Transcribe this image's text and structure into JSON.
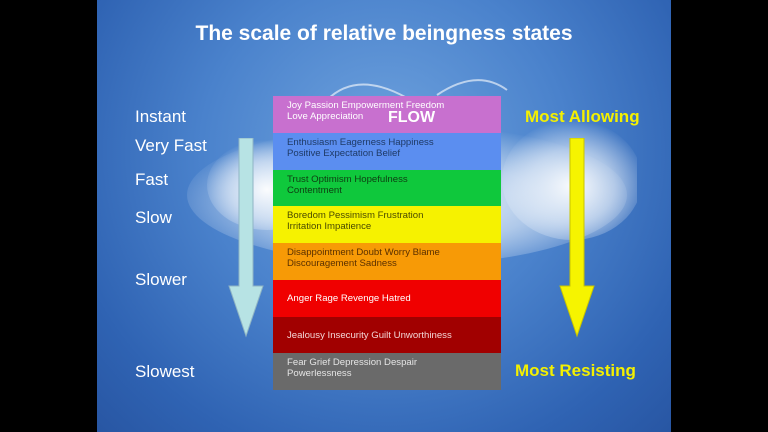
{
  "title": "The scale of relative beingness states",
  "speed_labels": [
    "Instant",
    "Very Fast",
    "Fast",
    "Slow",
    "Slower",
    "Slowest"
  ],
  "allowing": {
    "top": "Most Allowing",
    "bottom": "Most Resisting"
  },
  "flow_label": "FLOW",
  "bands": [
    {
      "lines": [
        "Joy  Passion   Empowerment  Freedom",
        "Love  Appreciation"
      ],
      "bg": "#c870cf",
      "fg": "#ffffff"
    },
    {
      "lines": [
        "Enthusiasm  Eagerness   Happiness",
        "Positive Expectation   Belief"
      ],
      "bg": "#5b8ef0",
      "fg": "#1e3a66"
    },
    {
      "lines": [
        "Trust  Optimism   Hopefulness",
        "Contentment"
      ],
      "bg": "#0fc83c",
      "fg": "#0f3d12"
    },
    {
      "lines": [
        "Boredom   Pessimism    Frustration",
        "Irritation  Impatience"
      ],
      "bg": "#f6f200",
      "fg": "#4a4a00"
    },
    {
      "lines": [
        "Disappointment  Doubt  Worry  Blame",
        "Discouragement  Sadness"
      ],
      "bg": "#f79a06",
      "fg": "#5a3000"
    },
    {
      "lines": [
        "Anger  Rage   Revenge  Hatred"
      ],
      "bg": "#f00000",
      "fg": "#ffffff"
    },
    {
      "lines": [
        "Jealousy  Insecurity  Guilt  Unworthiness"
      ],
      "bg": "#a10000",
      "fg": "#f3d6d6"
    },
    {
      "lines": [
        "Fear  Grief  Depression   Despair",
        "Powerlessness"
      ],
      "bg": "#6a6a6a",
      "fg": "#e4e4e4"
    }
  ],
  "colors": {
    "arrow_left": "#b7e3e4",
    "arrow_right": "#f6f400"
  }
}
